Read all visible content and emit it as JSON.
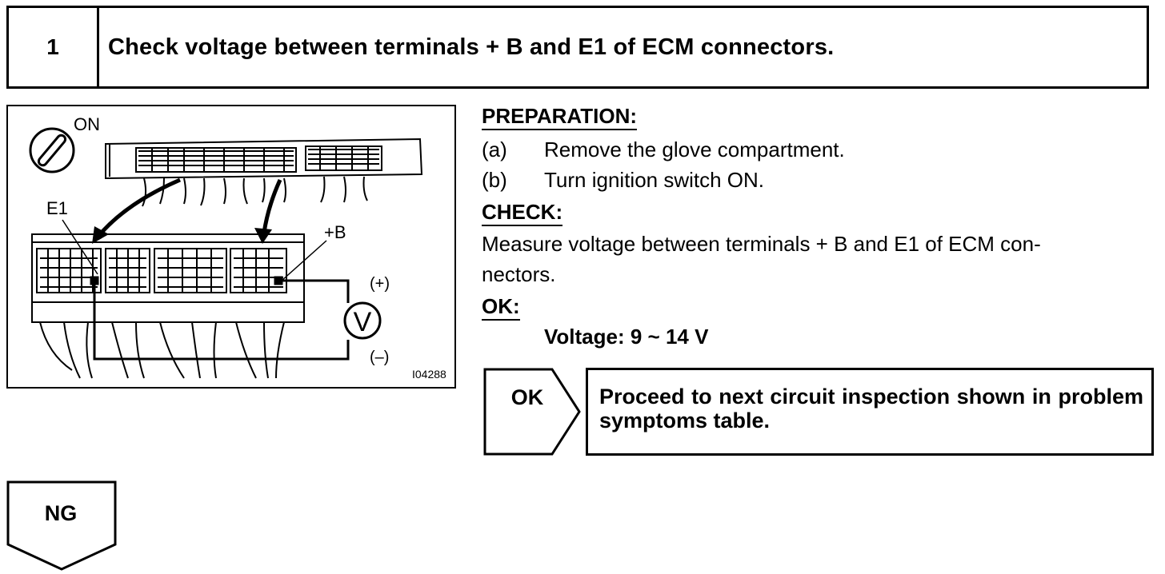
{
  "header": {
    "step_number": "1",
    "title": "Check voltage between terminals + B and E1 of ECM connectors."
  },
  "figure": {
    "label_on": "ON",
    "label_e1": "E1",
    "label_plus_b": "+B",
    "label_positive": "(+)",
    "label_negative": "(–)",
    "meter_symbol": "V",
    "figure_id": "I04288"
  },
  "preparation": {
    "heading": "PREPARATION:",
    "steps": [
      {
        "marker": "(a)",
        "text": "Remove the glove compartment."
      },
      {
        "marker": "(b)",
        "text": "Turn ignition switch ON."
      }
    ]
  },
  "check": {
    "heading": "CHECK:",
    "lines": [
      "Measure voltage between terminals + B and E1 of ECM con-",
      "nectors."
    ]
  },
  "ok_spec": {
    "heading": "OK:",
    "value": "Voltage: 9 ~ 14 V"
  },
  "ok_branch": {
    "tag": "OK",
    "result": "Proceed to next circuit inspection shown in problem symptoms table."
  },
  "ng_branch": {
    "tag": "NG"
  }
}
